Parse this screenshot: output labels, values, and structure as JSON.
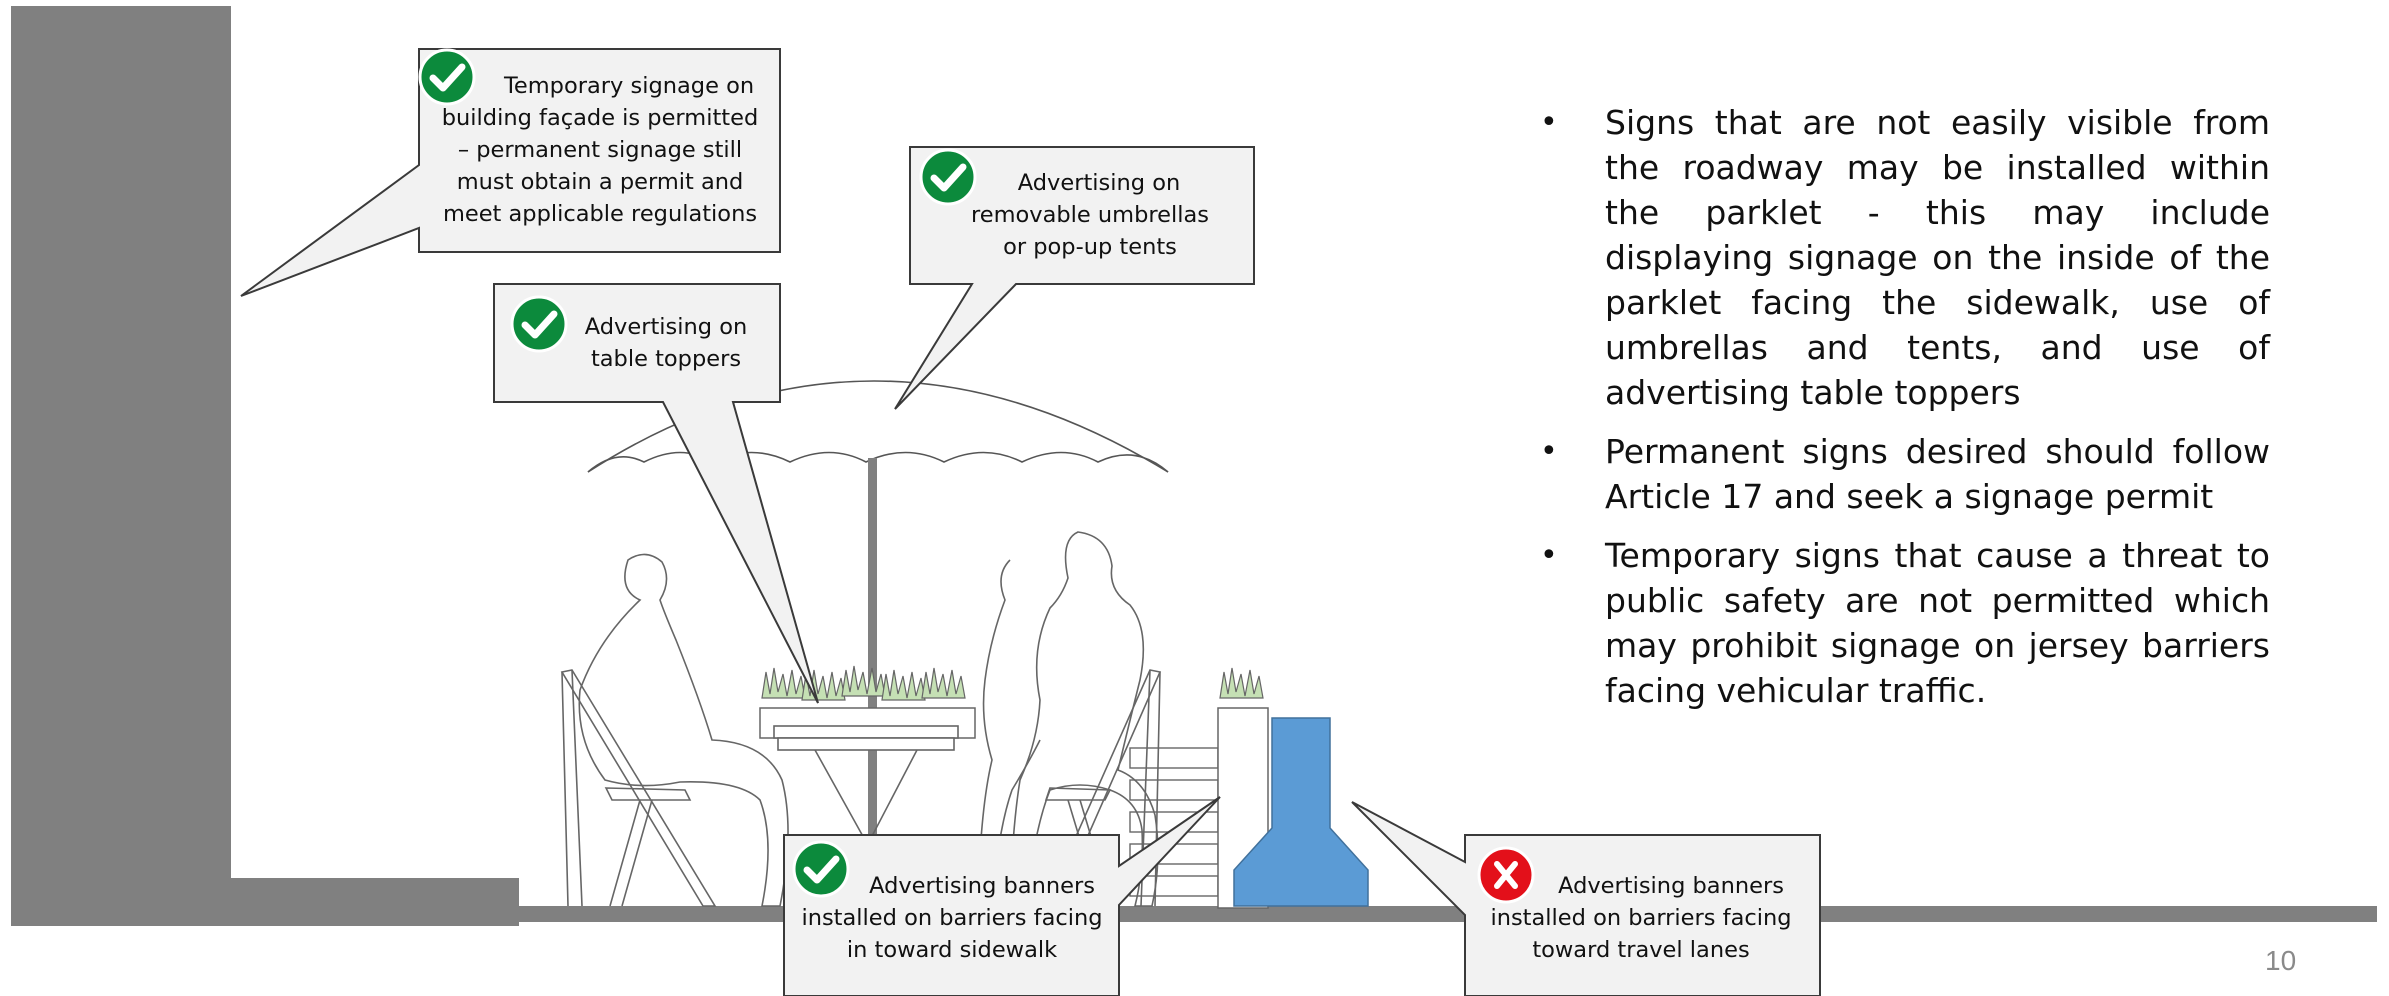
{
  "callouts": {
    "facade": {
      "lines": [
        "Temporary signage on",
        "building façade is permitted",
        "– permanent signage still",
        "must obtain a permit and",
        "meet applicable regulations"
      ],
      "status": "permitted",
      "icon": "check-icon"
    },
    "table_toppers": {
      "lines": [
        "Advertising on",
        "table toppers"
      ],
      "status": "permitted",
      "icon": "check-icon"
    },
    "umbrellas": {
      "lines": [
        "Advertising on",
        "removable umbrellas",
        "or pop-up tents"
      ],
      "status": "permitted",
      "icon": "check-icon"
    },
    "banners_sidewalk": {
      "lines": [
        "Advertising banners",
        "installed on barriers facing",
        "in toward sidewalk"
      ],
      "status": "permitted",
      "icon": "check-icon"
    },
    "banners_travel": {
      "lines": [
        "Advertising banners",
        "installed on barriers facing",
        "toward travel lanes"
      ],
      "status": "not permitted",
      "icon": "x-icon"
    }
  },
  "bullets": [
    "Signs that are not easily visible from the roadway may be installed within the parklet - this may include displaying signage on the inside of the parklet facing the sidewalk, use of umbrellas and tents, and use of advertising table toppers",
    "Permanent signs desired should follow Article 17 and seek a signage permit",
    "Temporary signs that cause a threat to public safety are not permitted which may prohibit signage on jersey barriers facing vehicular traffic."
  ],
  "page_number": "10",
  "colors": {
    "check_badge": "#0c8a3c",
    "x_badge": "#e3101a",
    "callout_fill": "#f2f2f2",
    "building_gray": "#808080",
    "barrier_blue": "#5b9bd5",
    "planter_green": "#c5e0b4"
  }
}
